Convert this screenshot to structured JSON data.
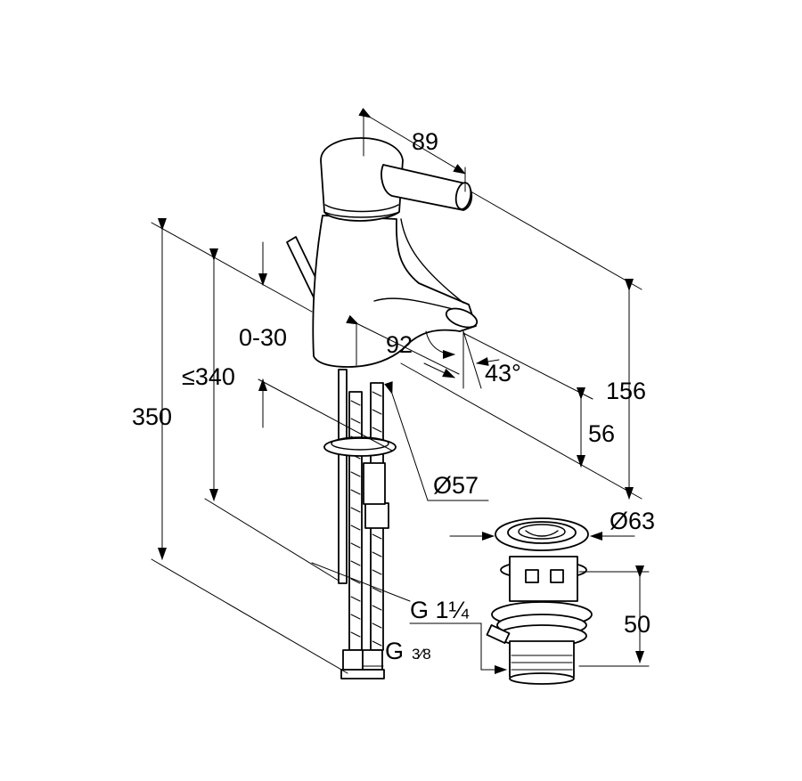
{
  "dimensions": {
    "d89": "89",
    "d156": "156",
    "d350": "350",
    "d340": "≤340",
    "d0_30": "0-30",
    "d92": "92",
    "d43": "43°",
    "d56": "56",
    "d57": "Ø57",
    "d63": "Ø63",
    "d50": "50",
    "g114": "G 1¼",
    "g38_g": "G",
    "g38_frac": "3⁄8"
  }
}
